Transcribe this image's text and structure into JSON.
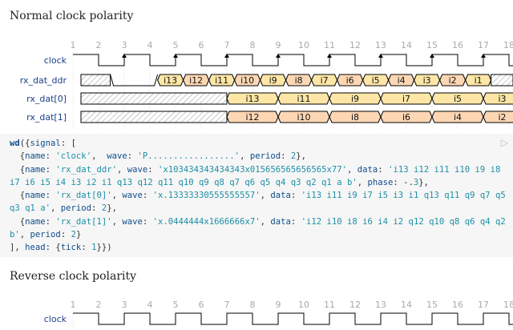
{
  "sections": [
    {
      "title": "Normal clock polarity",
      "ticks": [
        "1",
        "2",
        "3",
        "4",
        "5",
        "6",
        "7",
        "8",
        "9",
        "10",
        "11",
        "12",
        "13",
        "14",
        "15",
        "16",
        "17",
        "18"
      ],
      "signals": [
        {
          "name": "clock"
        },
        {
          "name": "rx_dat_ddr",
          "data": [
            "i13",
            "i12",
            "i11",
            "i10",
            "i9",
            "i8",
            "i7",
            "i6",
            "i5",
            "i4",
            "i3",
            "i2",
            "i1"
          ]
        },
        {
          "name": "rx_dat[0]",
          "data": [
            "i13",
            "i11",
            "i9",
            "i7",
            "i5",
            "i3"
          ]
        },
        {
          "name": "rx_dat[1]",
          "data": [
            "i12",
            "i10",
            "i8",
            "i6",
            "i4",
            "i2"
          ]
        }
      ]
    },
    {
      "title": "Reverse clock polarity",
      "ticks": [
        "1",
        "2",
        "3",
        "4",
        "5",
        "6",
        "7",
        "8",
        "9",
        "10",
        "11",
        "12",
        "13",
        "14",
        "15",
        "16",
        "17",
        "18"
      ],
      "signals": [
        {
          "name": "clock"
        }
      ]
    }
  ],
  "code": {
    "lines": [
      [
        {
          "t": "wd",
          "c": "k"
        },
        {
          "t": "({"
        },
        {
          "t": "signal",
          "c": "n"
        },
        {
          "t": ": ["
        }
      ],
      [
        {
          "t": "  {"
        },
        {
          "t": "name",
          "c": "n"
        },
        {
          "t": ": "
        },
        {
          "t": "'clock'",
          "c": "s"
        },
        {
          "t": ",  "
        },
        {
          "t": "wave",
          "c": "n"
        },
        {
          "t": ": "
        },
        {
          "t": "'P.................'",
          "c": "s"
        },
        {
          "t": ", "
        },
        {
          "t": "period",
          "c": "n"
        },
        {
          "t": ": "
        },
        {
          "t": "2",
          "c": "num"
        },
        {
          "t": "},"
        }
      ],
      [
        {
          "t": "  {"
        },
        {
          "t": "name",
          "c": "n"
        },
        {
          "t": ": "
        },
        {
          "t": "'rx_dat_ddr'",
          "c": "s"
        },
        {
          "t": ", "
        },
        {
          "t": "wave",
          "c": "n"
        },
        {
          "t": ": "
        },
        {
          "t": "'x103434343434343x015656565656565x77'",
          "c": "s"
        },
        {
          "t": ", "
        },
        {
          "t": "data",
          "c": "n"
        },
        {
          "t": ": "
        },
        {
          "t": "'i13 i12 i11 i10 i9 i8",
          "c": "s"
        }
      ],
      [
        {
          "t": "i7 i6 i5 i4 i3 i2 i1 q13 q12 q11 q10 q9 q8 q7 q6 q5 q4 q3 q2 q1 a b'",
          "c": "s"
        },
        {
          "t": ", "
        },
        {
          "t": "phase",
          "c": "n"
        },
        {
          "t": ": -."
        },
        {
          "t": "3",
          "c": "num"
        },
        {
          "t": "},"
        }
      ],
      [
        {
          "t": "  {"
        },
        {
          "t": "name",
          "c": "n"
        },
        {
          "t": ": "
        },
        {
          "t": "'rx_dat[0]'",
          "c": "s"
        },
        {
          "t": ", "
        },
        {
          "t": "wave",
          "c": "n"
        },
        {
          "t": ": "
        },
        {
          "t": "'x.13333330555555557'",
          "c": "s"
        },
        {
          "t": ", "
        },
        {
          "t": "data",
          "c": "n"
        },
        {
          "t": ": "
        },
        {
          "t": "'i13 i11 i9 i7 i5 i3 i1 q13 q11 q9 q7 q5",
          "c": "s"
        }
      ],
      [
        {
          "t": "q3 q1 a'",
          "c": "s"
        },
        {
          "t": ", "
        },
        {
          "t": "period",
          "c": "n"
        },
        {
          "t": ": "
        },
        {
          "t": "2",
          "c": "num"
        },
        {
          "t": "},"
        }
      ],
      [
        {
          "t": "  {"
        },
        {
          "t": "name",
          "c": "n"
        },
        {
          "t": ": "
        },
        {
          "t": "'rx_dat[1]'",
          "c": "s"
        },
        {
          "t": ", "
        },
        {
          "t": "wave",
          "c": "n"
        },
        {
          "t": ": "
        },
        {
          "t": "'x.0444444x1666666x7'",
          "c": "s"
        },
        {
          "t": ", "
        },
        {
          "t": "data",
          "c": "n"
        },
        {
          "t": ": "
        },
        {
          "t": "'i12 i10 i8 i6 i4 i2 q12 q10 q8 q6 q4 q2",
          "c": "s"
        }
      ],
      [
        {
          "t": "b'",
          "c": "s"
        },
        {
          "t": ", "
        },
        {
          "t": "period",
          "c": "n"
        },
        {
          "t": ": "
        },
        {
          "t": "2",
          "c": "num"
        },
        {
          "t": "}"
        }
      ],
      [
        {
          "t": "], "
        },
        {
          "t": "head",
          "c": "n"
        },
        {
          "t": ": {"
        },
        {
          "t": "tick",
          "c": "n"
        },
        {
          "t": ": "
        },
        {
          "t": "1",
          "c": "num"
        },
        {
          "t": "}})"
        }
      ]
    ]
  },
  "run_icon": "play-icon",
  "colors": {
    "label": "#1a3f8a",
    "tick": "#aaaaaa",
    "ddr_even_fill": "#fde6a6",
    "ddr_odd_fill": "#fdd7b4",
    "q0_fill": "#fde6a6",
    "q1_fill": "#fdd7b4",
    "code_bg": "#f6f6f6",
    "keyword": "#0f4d8a",
    "string": "#1d8fa6"
  }
}
